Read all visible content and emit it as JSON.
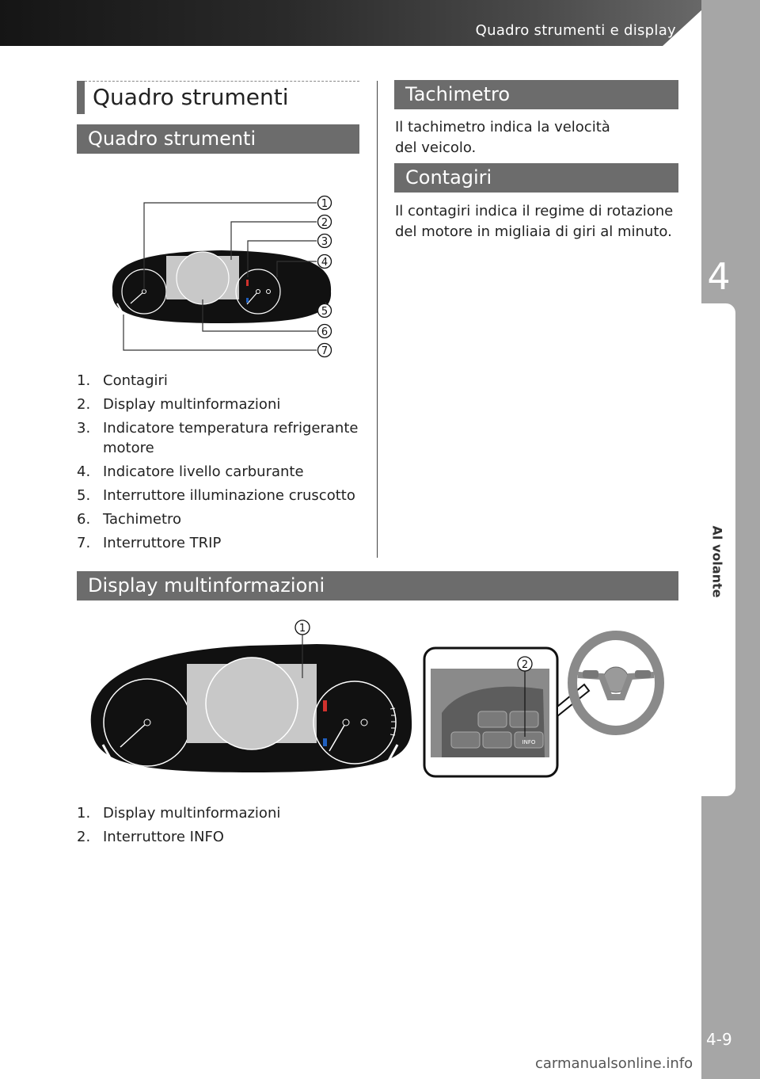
{
  "header": {
    "title": "Quadro strumenti e display"
  },
  "sidebar": {
    "chapter_number": "4",
    "chapter_label": "Al volante"
  },
  "footer": {
    "page_number": "4-9",
    "watermark": "carmanualsonline.info"
  },
  "section": {
    "title": "Quadro strumenti",
    "subsection_title": "Quadro strumenti",
    "figure1": {
      "callouts": [
        "1",
        "2",
        "3",
        "4",
        "5",
        "6",
        "7"
      ]
    },
    "items": [
      {
        "num": "1.",
        "text": "Contagiri"
      },
      {
        "num": "2.",
        "text": "Display multinformazioni"
      },
      {
        "num": "3.",
        "text": "Indicatore temperatura refrigerante motore"
      },
      {
        "num": "4.",
        "text": "Indicatore livello carburante"
      },
      {
        "num": "5.",
        "text": "Interruttore illuminazione cruscotto"
      },
      {
        "num": "6.",
        "text": "Tachimetro"
      },
      {
        "num": "7.",
        "text": "Interruttore TRIP"
      }
    ]
  },
  "tachimetro": {
    "title": "Tachimetro",
    "text": "Il tachimetro indica la velocità del veicolo."
  },
  "contagiri": {
    "title": "Contagiri",
    "text": "Il contagiri indica il regime di rotazione del motore in migliaia di giri al minuto."
  },
  "display": {
    "title": "Display multinformazioni",
    "figure2": {
      "callouts": [
        "1",
        "2"
      ],
      "switch_label": "INFO"
    },
    "items": [
      {
        "num": "1.",
        "text": "Display multinformazioni"
      },
      {
        "num": "2.",
        "text": "Interruttore INFO"
      }
    ]
  },
  "colors": {
    "heading_bar": "#6c6c6c",
    "sidebar": "#a6a6a6",
    "gauge_red": "#d0312d",
    "gauge_blue": "#1f5fbf"
  }
}
